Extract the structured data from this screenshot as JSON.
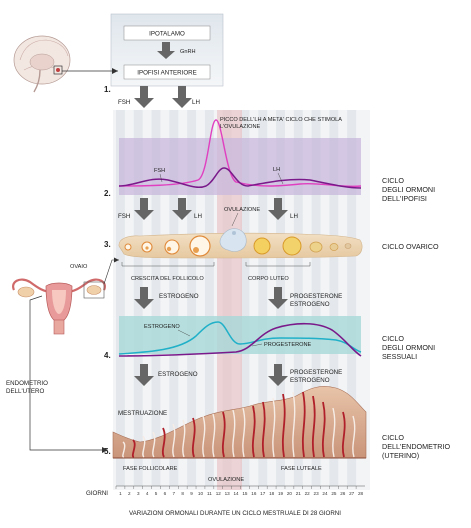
{
  "hypothalamus": "IPOTALAMO",
  "gnrh": "GnRH",
  "anterior_pituitary": "IPOFISI ANTERIORE",
  "hormones": {
    "fsh": "FSH",
    "lh": "LH",
    "ovulation": "OVULAZIONE"
  },
  "steps": [
    "1.",
    "2.",
    "3.",
    "4.",
    "5."
  ],
  "lh_peak_note": [
    "PICCO DELL'LH A META' CICLO CHE STIMOLA",
    "L'OVULAZIONE"
  ],
  "pituitary_cycle": [
    "CICLO",
    "DEGLI ORMONI",
    "DELL'IPOFISI"
  ],
  "ovarian_cycle": "CICLO OVARICO",
  "ovary": "OVAIO",
  "follicle_growth": "CRESCITA DEL FOLLICOLO",
  "corpus_luteum": "CORPO LUTEO",
  "estrogen": "ESTROGENO",
  "progesterone": "PROGESTERONE",
  "sex_hormones_cycle": [
    "CICLO",
    "DEGLI ORMONI",
    "SESSUALI"
  ],
  "endometrium_label": [
    "ENDOMETRIO",
    "DELL'UTERO"
  ],
  "menstruation": "MESTRUAZIONE",
  "endometrium_cycle": [
    "CICLO",
    "DELL'ENDOMETRIO",
    "(UTERINO)"
  ],
  "follicular_phase": "FASE FOLLICOLARE",
  "luteal_phase": "FASE LUTEALE",
  "days_label": "GIORNI",
  "days": [
    "1",
    "2",
    "3",
    "4",
    "5",
    "6",
    "7",
    "8",
    "9",
    "10",
    "11",
    "12",
    "13",
    "14",
    "15",
    "16",
    "17",
    "18",
    "19",
    "20",
    "21",
    "22",
    "23",
    "24",
    "25",
    "26",
    "27",
    "28"
  ],
  "footer": "VARIAZIONI ORMONALI DURANTE UN CICLO MESTRUALE DI 28 GIORNI",
  "colors": {
    "fsh": "#8a2a9a",
    "lh": "#e040c0",
    "estrogen": "#20b0c8",
    "progesterone": "#7a1a8a",
    "endometrium_red": "#b0202a",
    "band_purple": "#c8b8dc",
    "band_teal": "#a8d8d8",
    "arrow_gray": "#666666"
  }
}
